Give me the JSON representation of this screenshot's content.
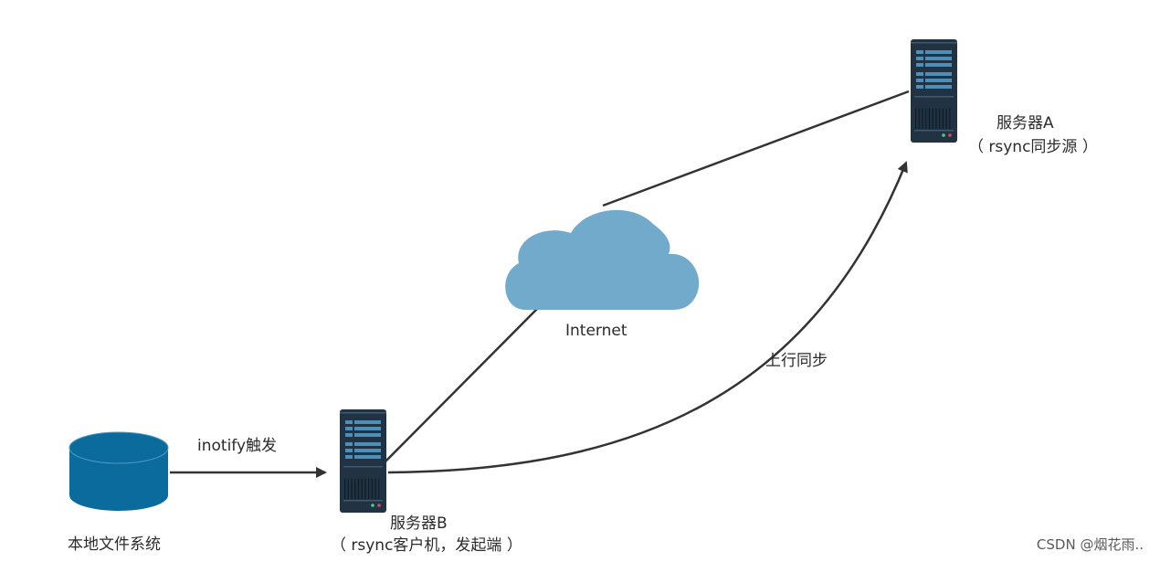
{
  "nodes": {
    "server_a": {
      "name": "服务器A",
      "role": "（ rsync同步源 ）"
    },
    "server_b": {
      "name": "服务器B",
      "role": "（ rsync客户机，发起端 ）"
    },
    "cloud": {
      "label": "Internet"
    },
    "filesystem": {
      "label": "本地文件系统"
    }
  },
  "edges": {
    "inotify": {
      "label": "inotify触发"
    },
    "upload_sync": {
      "label": "上行同步"
    }
  },
  "watermark": "CSDN @烟花雨..",
  "colors": {
    "server_body": "#213342",
    "server_bar": "#4d8fb8",
    "cloud": "#72aacb",
    "database": "#0a6b9c",
    "line": "#333333"
  }
}
